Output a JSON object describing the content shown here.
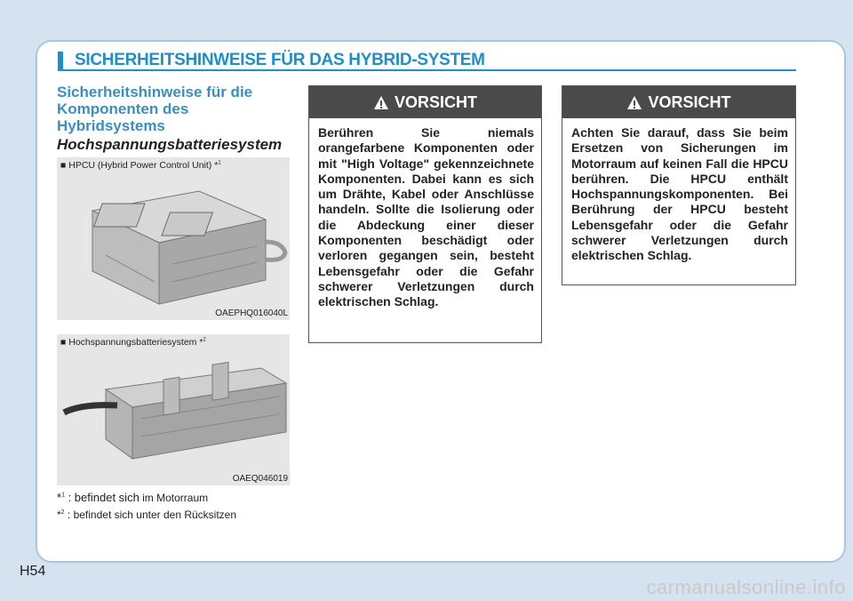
{
  "header": {
    "title": "SICHERHEITSHINWEISE FÜR DAS HYBRID-SYSTEM"
  },
  "left": {
    "section_heading": "Sicherheitshinweise für die Komponenten des Hybridsystems",
    "sub_heading": "Hochspannungsbatteriesystem",
    "figure1": {
      "caption": "■ HPCU (Hybrid Power Control Unit) *",
      "caption_sup": "1",
      "code": "OAEPHQ016040L"
    },
    "figure2": {
      "caption": "■ Hochspannungsbatteriesystem *",
      "caption_sup": "2",
      "code": "OAEQ046019"
    },
    "footnote1": {
      "star": "*",
      "sup": "1",
      "text_a": " : befindet sich",
      "text_b": " im Motorraum"
    },
    "footnote2": {
      "star": "*",
      "sup": "2",
      "text": " : befindet sich unter den Rücksitzen"
    }
  },
  "caution1": {
    "label": "VORSICHT",
    "text": "Berühren Sie niemals orangefarbene Komponenten oder mit \"High Voltage\" gekennzeichnete Komponenten. Dabei kann es sich um Drähte, Kabel oder Anschlüsse handeln. Sollte die Isolierung oder die Abdeckung einer dieser Komponenten beschädigt oder verloren gegangen sein, besteht Lebensgefahr oder die Gefahr schwerer Verletzungen durch elektrischen Schlag."
  },
  "caution2": {
    "label": "VORSICHT",
    "text": "Achten Sie darauf, dass Sie beim Ersetzen von Sicherungen im Motorraum auf keinen Fall die HPCU berühren. Die HPCU enthält Hochspannungskomponenten. Bei Berührung der HPCU besteht Lebensgefahr oder die Gefahr schwerer Verletzungen durch elektrischen Schlag."
  },
  "page_number": "H54",
  "watermark": "carmanualsonline.info",
  "colors": {
    "accent": "#1e8fc9",
    "heading": "#3a8fc0",
    "caution_header": "#4a4a4a"
  }
}
